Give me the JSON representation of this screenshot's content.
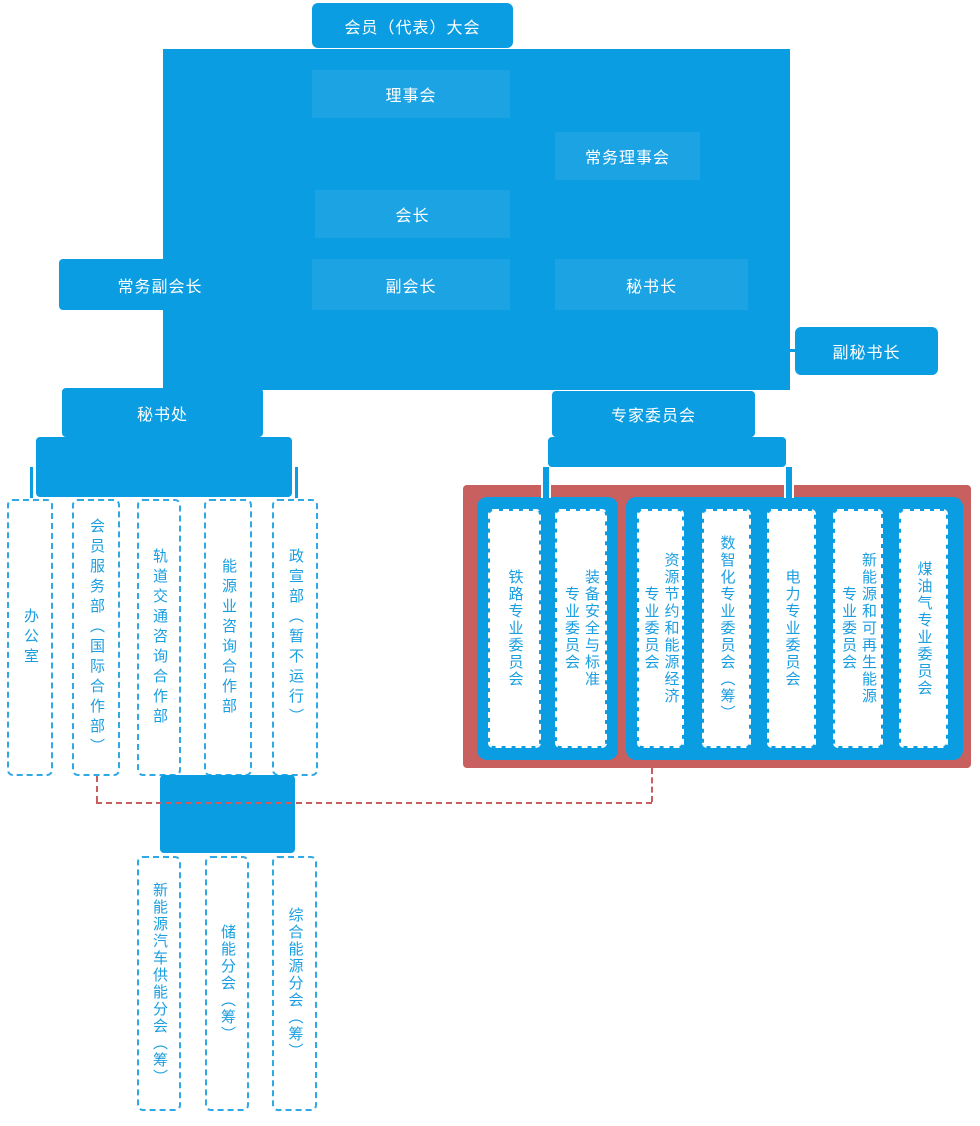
{
  "title": "协会组织架构图",
  "palette": {
    "primary_blue": "#0a9de2",
    "light_box_overlay": "#1aa5e6",
    "dashed_border_blue": "#2fa9e3",
    "text_blue": "#1b9ee0",
    "red_container": "#c86060",
    "red_dash": "#c85f5f",
    "label_text": "#ffffff"
  },
  "nodes": [
    {
      "id": "general-assembly",
      "label": "会员（代表）大会"
    },
    {
      "id": "council",
      "label": "理事会"
    },
    {
      "id": "standing-council",
      "label": "常务理事会"
    },
    {
      "id": "president",
      "label": "会长"
    },
    {
      "id": "exec-vice-president",
      "label": "常务副会长"
    },
    {
      "id": "vice-president",
      "label": "副会长"
    },
    {
      "id": "secretary-general",
      "label": "秘书长"
    },
    {
      "id": "deputy-secretary-general",
      "label": "副秘书长"
    },
    {
      "id": "secretariat",
      "label": "秘书处"
    },
    {
      "id": "expert-committee",
      "label": "专家委员会"
    }
  ],
  "departments": [
    "办公室",
    "会员服务部（国际合作部）",
    "轨道交通咨询合作部",
    "能源业咨询合作部",
    "政宣部（暂不运行）"
  ],
  "committee_groups": [
    {
      "name": "group-1",
      "items": [
        "铁路专业委员会",
        "装备安全与标准\n专业委员会"
      ]
    },
    {
      "name": "group-2",
      "items": [
        "资源节约和能源经济\n专业委员会",
        "数智化专业委员会（筹）",
        "电力专业委员会",
        "新能源和可再生能源\n专业委员会",
        "煤油气专业委员会"
      ]
    }
  ],
  "branches": [
    "新能源汽车供能分会（筹）",
    "储能分会（筹）",
    "综合能源分会（筹）"
  ]
}
